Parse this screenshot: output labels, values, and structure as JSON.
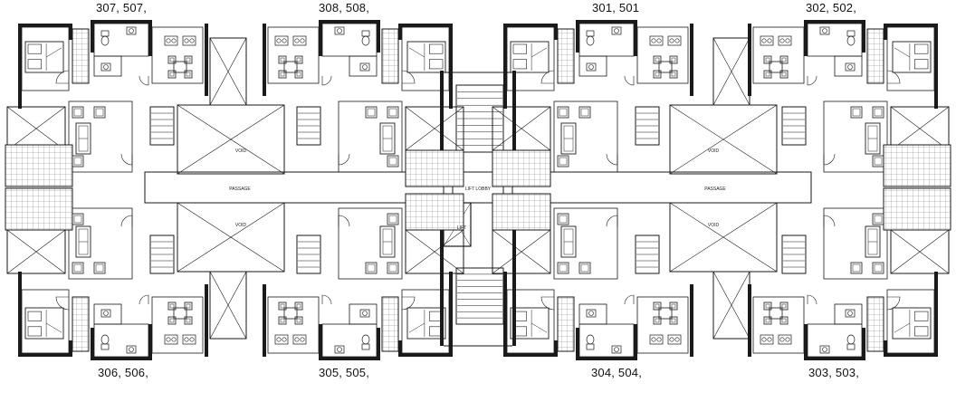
{
  "unit_labels": {
    "u307": "307, 507,",
    "u308": "308, 508,",
    "u301": "301, 501",
    "u302": "302, 502,",
    "u306": "306, 506,",
    "u305": "305, 505,",
    "u304": "304, 504,",
    "u303": "303, 503,"
  },
  "room_labels": {
    "void": "VOID",
    "passage": "PASSAGE",
    "lift_lobby": "LIFT LOBBY",
    "lift": "LIFT"
  },
  "colors": {
    "wall": "#1a1a1a",
    "hatch": "#555555",
    "background": "#ffffff"
  }
}
